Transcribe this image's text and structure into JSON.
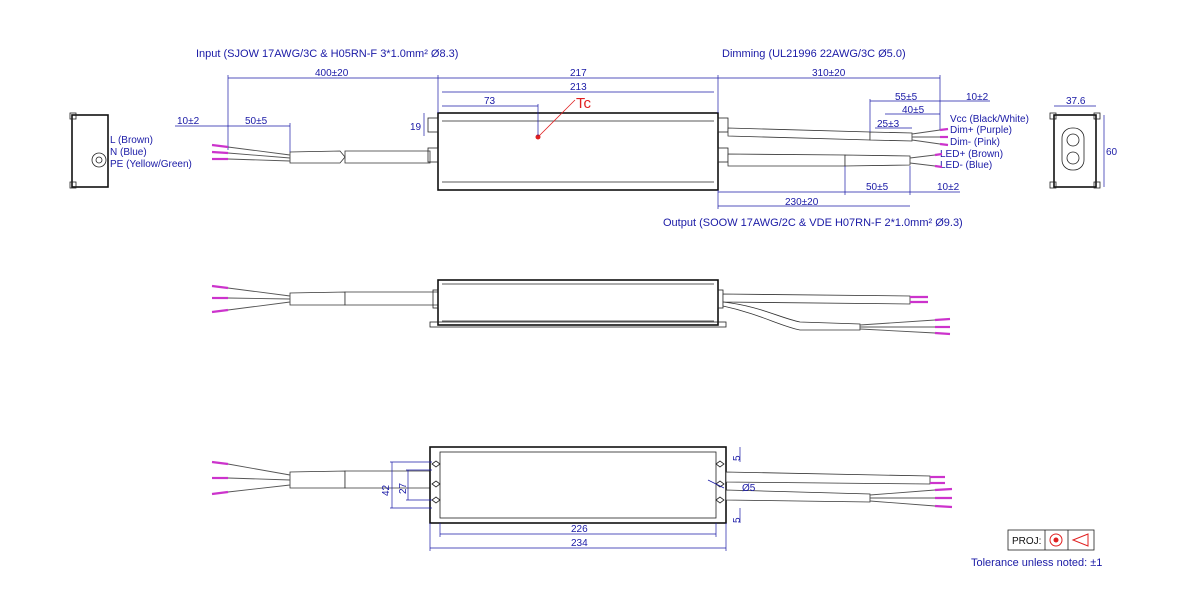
{
  "notes": {
    "input": "Input (SJOW 17AWG/3C & H05RN-F 3*1.0mm² Ø8.3)",
    "dimming": "Dimming (UL21996 22AWG/3C Ø5.0)",
    "output": "Output (SOOW 17AWG/2C & VDE H07RN-F 2*1.0mm² Ø9.3)",
    "tolerance": "Tolerance unless noted: ±1",
    "tc": "Tc",
    "proj": "PROJ:"
  },
  "input_wires": {
    "l": "L (Brown)",
    "n": "N (Blue)",
    "pe": "PE (Yellow/Green)"
  },
  "dim_wires": {
    "vcc": "Vcc (Black/White)",
    "dim_plus": "Dim+ (Purple)",
    "dim_minus": "Dim- (Pink)"
  },
  "output_wires": {
    "led_plus": "LED+ (Brown)",
    "led_minus": "LED- (Blue)"
  },
  "dimensions": {
    "input_cable": "400±20",
    "length_217": "217",
    "length_213": "213",
    "tc_73": "73",
    "height_19": "19",
    "strip_10": "10±2",
    "strip_50": "50±5",
    "dim_cable": "310±20",
    "dim_55": "55±5",
    "dim_10": "10±2",
    "dim_40": "40±5",
    "dim_25": "25±3",
    "out_cable": "230±20",
    "out_50": "50±5",
    "out_10": "10±2",
    "side_37": "37.6",
    "side_60": "60",
    "bottom_42": "42",
    "bottom_27": "27",
    "bottom_226": "226",
    "bottom_234": "234",
    "bottom_5a": "5",
    "bottom_5b": "5",
    "hole": "Ø5"
  }
}
